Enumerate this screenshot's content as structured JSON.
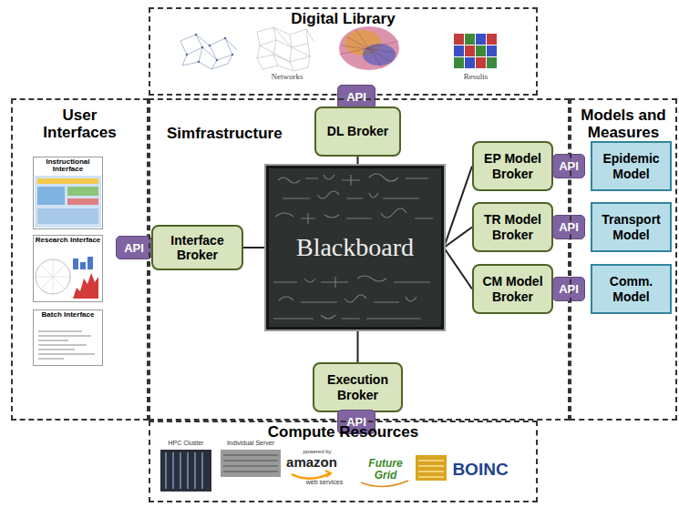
{
  "diagram": {
    "nodes": [
      {
        "text": [
          "Digital Library"
        ]
      },
      {
        "text": [
          "API"
        ]
      },
      {
        "text": [
          "User Interfaces"
        ]
      },
      {
        "text": [
          "Instructional Interface"
        ],
        "in": 2
      },
      {
        "text": [
          "Research Interface"
        ],
        "in": 2
      },
      {
        "text": [
          "Batch Interface"
        ],
        "in": 2
      },
      {
        "text": [
          "API"
        ]
      },
      {
        "text": [
          "Simfrastructure"
        ]
      },
      {
        "text": [
          "DL Broker"
        ],
        "in": 7
      },
      {
        "text": [
          "Interface Broker"
        ],
        "in": 7
      },
      {
        "text": [
          "Blackboard"
        ],
        "in": 7
      },
      {
        "text": [
          "EP Model Broker"
        ],
        "in": 7
      },
      {
        "text": [
          "API"
        ]
      },
      {
        "text": [
          "TR Model Broker"
        ],
        "in": 7
      },
      {
        "text": [
          "API"
        ]
      },
      {
        "text": [
          "CM Model Broker"
        ],
        "in": 7
      },
      {
        "text": [
          "API"
        ]
      },
      {
        "text": [
          "Execution Broker"
        ],
        "in": 7
      },
      {
        "text": [
          "API"
        ]
      },
      {
        "text": [
          "Models and Measures"
        ]
      },
      {
        "text": [
          "Epidemic Model"
        ],
        "in": 19
      },
      {
        "text": [
          "Transport Model"
        ],
        "in": 19
      },
      {
        "text": [
          "Comm. Model"
        ],
        "in": 19
      },
      {
        "text": [
          "Compute Resources"
        ]
      }
    ],
    "edges": [
      {
        "from": 8,
        "to": 10,
        "arrow": "none"
      },
      {
        "from": 9,
        "to": 10,
        "arrow": "none"
      },
      {
        "from": 10,
        "to": 11,
        "arrow": "none"
      },
      {
        "from": 10,
        "to": 13,
        "arrow": "none"
      },
      {
        "from": 10,
        "to": 15,
        "arrow": "none"
      },
      {
        "from": 10,
        "to": 17,
        "arrow": "none"
      }
    ],
    "labels": [
      "Networks",
      "Results",
      "HPC Cluster",
      "Individual Server",
      "powered by",
      "amazon",
      "web services",
      "Future Grid",
      "BOINC"
    ]
  }
}
